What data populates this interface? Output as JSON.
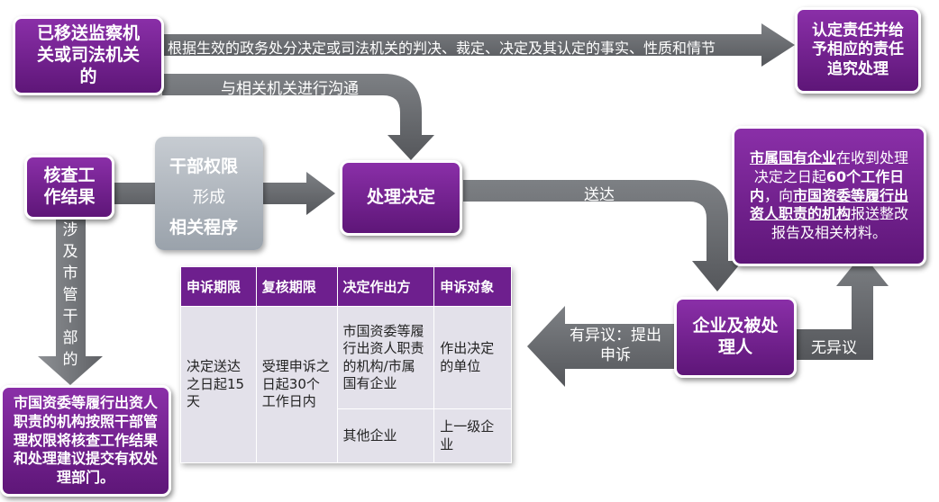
{
  "boxes": {
    "transferred": "已移送监察机关或司法机关的",
    "liability": "认定责任并给予相应的责任追究处理",
    "verify": "核查工作结果",
    "decision": "处理决定",
    "enterprise": "企业及被处理人",
    "referral": "市国资委等履行出资人职责的机构按照干部管理权限将核查工作结果和处理建议提交有权处理部门。"
  },
  "gray_box": {
    "line1": "干部权限",
    "line2": "形成",
    "line3": "相关程序"
  },
  "report": {
    "p1": "市属国有企业",
    "p2": "在收到处理决定之日起",
    "p3": "60个工作日内",
    "p4": "，向",
    "p5": "市国资委等履行出资人职责的机构",
    "p6": "报送整改报告及相关材料。"
  },
  "labels": {
    "basis": "根据生效的政务处分决定或司法机关的判决、裁定、决定及其认定的事实、性质和情节",
    "communicate": "与相关机关进行沟通",
    "deliver": "送达",
    "objection": "有异议：提出申诉",
    "no_objection": "无异议",
    "cadre": "涉及市管干部的"
  },
  "table": {
    "headers": [
      "申诉期限",
      "复核期限",
      "决定作出方",
      "申诉对象"
    ],
    "appeal_period": "决定送达之日起15天",
    "review_period": "受理申诉之日起30个工作日内",
    "rows": [
      {
        "maker": "市国资委等履行出资人职责的机构/市属国有企业",
        "target": "作出决定的单位"
      },
      {
        "maker": "其他企业",
        "target": "上一级企业"
      }
    ]
  },
  "colors": {
    "purple": "#6e1f8e",
    "arrow_gray": "#6d6f73",
    "table_cell": "#e3e1ea"
  }
}
